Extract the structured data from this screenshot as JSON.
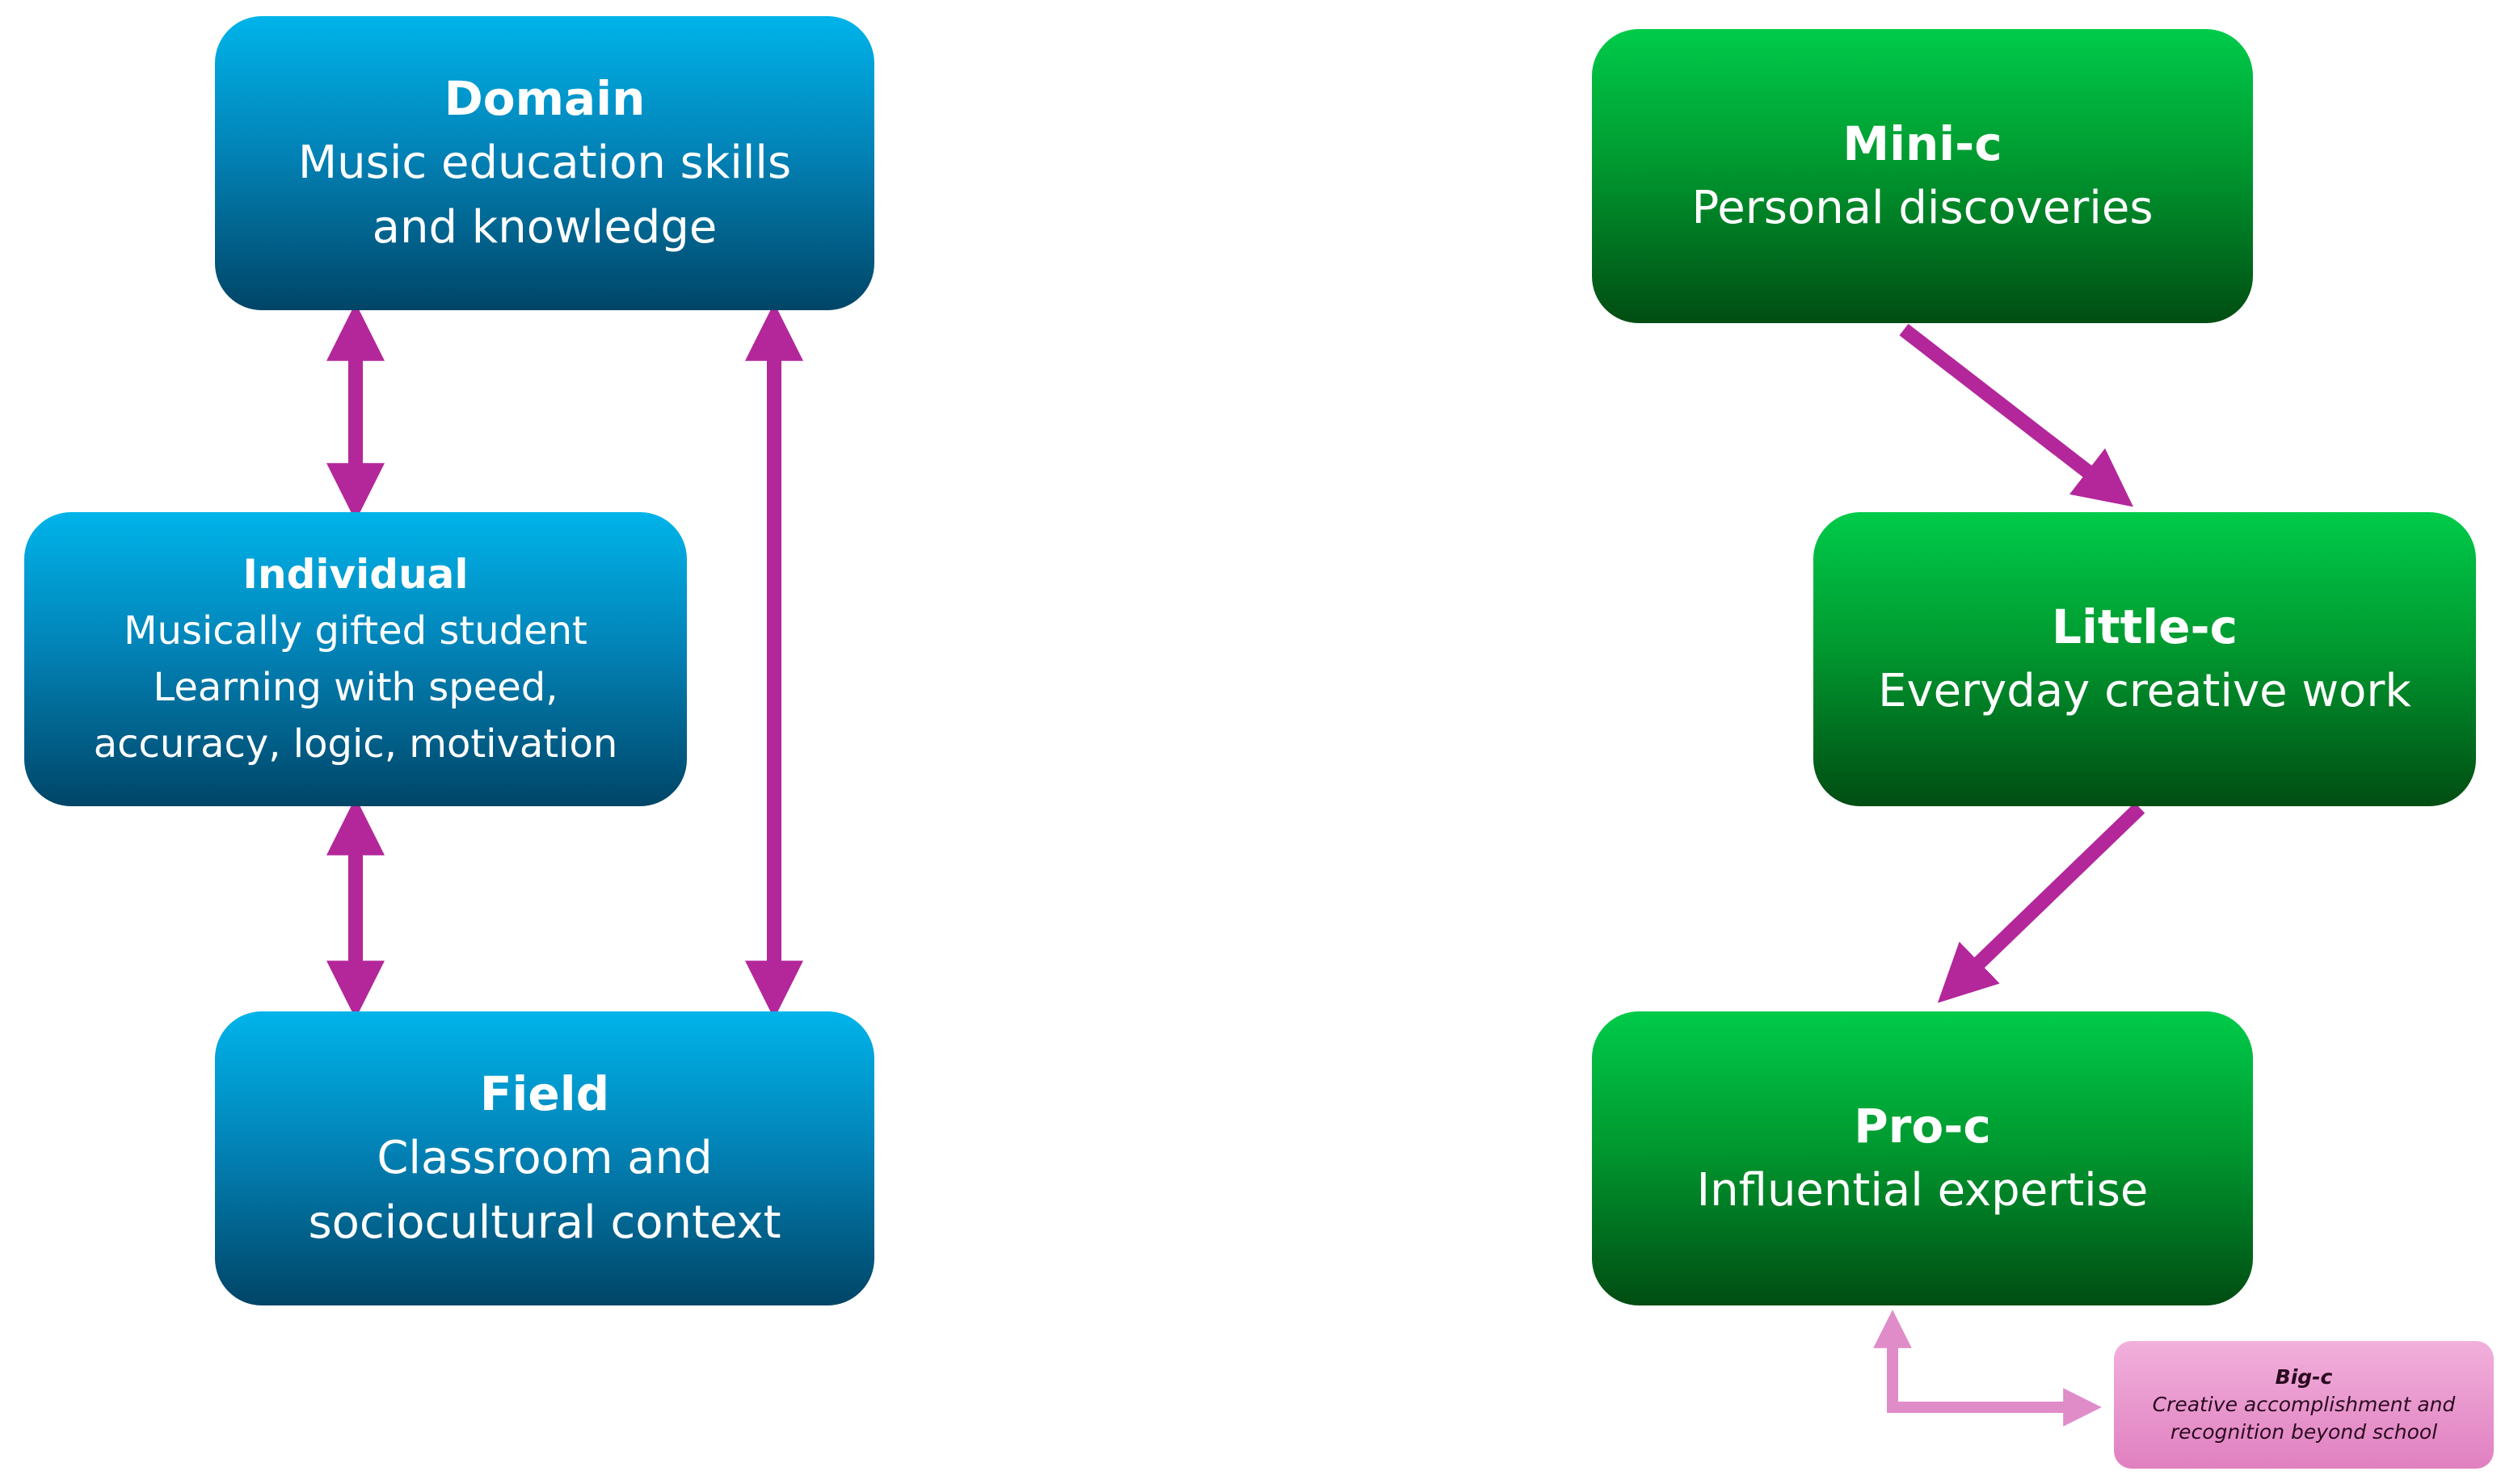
{
  "colors": {
    "arrow": "#b3279b",
    "arrow_light": "#e08cc8"
  },
  "left_model": {
    "domain": {
      "title": "Domain",
      "lines": [
        "Music education skills",
        "and knowledge"
      ]
    },
    "individual": {
      "title": "Individual",
      "lines": [
        "Musically gifted student",
        "Learning with speed,",
        "accuracy, logic, motivation"
      ]
    },
    "field": {
      "title": "Field",
      "lines": [
        "Classroom and",
        "sociocultural context"
      ]
    }
  },
  "right_model": {
    "mini_c": {
      "title": "Mini-c",
      "lines": [
        "Personal discoveries"
      ]
    },
    "little_c": {
      "title": "Little-c",
      "lines": [
        "Everyday creative work"
      ]
    },
    "pro_c": {
      "title": "Pro-c",
      "lines": [
        "Influential expertise"
      ]
    },
    "big_c": {
      "title": "Big-c",
      "lines": [
        "Creative accomplishment and",
        "recognition beyond school"
      ]
    }
  }
}
